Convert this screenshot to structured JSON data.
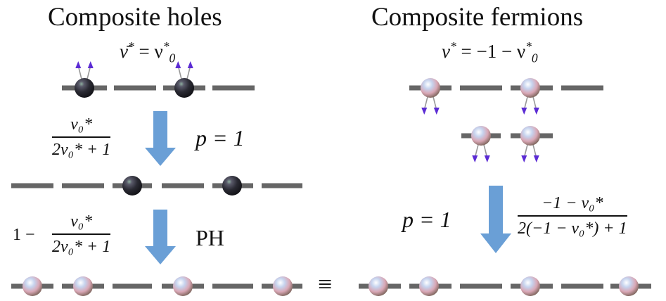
{
  "titles": {
    "left": "Composite holes",
    "right": "Composite fermions"
  },
  "filling": {
    "left_lhs": "ν̄",
    "left_rhs": "= ν",
    "right_lhs": "ν",
    "right_rhs": "= −1 − ν"
  },
  "labels": {
    "sup_star": "*",
    "sub_zero": "0",
    "p_eq_1_top": "p = 1",
    "p_eq_1_bottom": "p = 1",
    "ph": "PH",
    "equiv": "≡"
  },
  "fractions": {
    "step1_num": "ν₀*",
    "step1_den": "2ν₀* + 1",
    "step2_prefix": "1 −",
    "step2_num": "ν₀*",
    "step2_den": "2ν₀* + 1",
    "right_num": "−1 − ν₀*",
    "right_den": "2(−1 − ν₀*) + 1"
  },
  "colors": {
    "level_line": "#666666",
    "arrow": "#6a9fd6",
    "spin_arrow": "#5b2bd4",
    "dark_particle": "#2a2a33",
    "light_particle": "#e8d8e8"
  }
}
